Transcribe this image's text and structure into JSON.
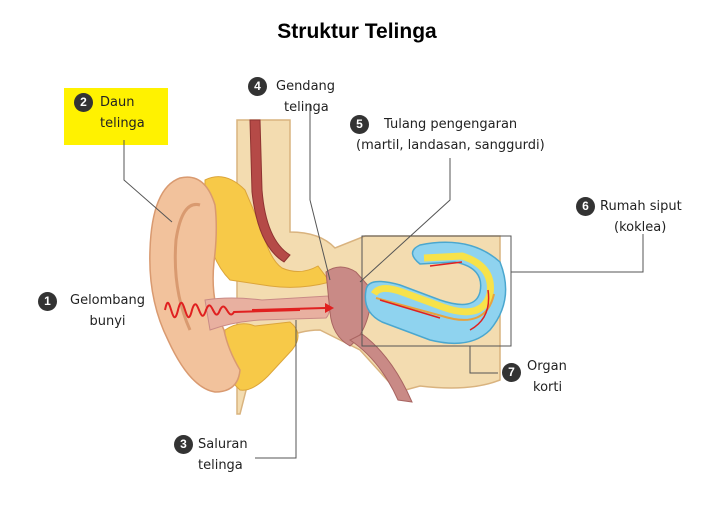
{
  "title": "Struktur Telinga",
  "labels": [
    {
      "num": "1",
      "line1": "Gelombang",
      "line2": "bunyi"
    },
    {
      "num": "2",
      "line1": "Daun",
      "line2": "telinga"
    },
    {
      "num": "3",
      "line1": "Saluran",
      "line2": "telinga"
    },
    {
      "num": "4",
      "line1": "Gendang",
      "line2": "telinga"
    },
    {
      "num": "5",
      "line1": "Tulang pengengaran",
      "line2": "(martil, landasan, sanggurdi)"
    },
    {
      "num": "6",
      "line1": "Rumah siput",
      "line2": "(koklea)"
    },
    {
      "num": "7",
      "line1": "Organ",
      "line2": "korti"
    }
  ],
  "colors": {
    "highlight": "#fff200",
    "skin": "#f2c29c",
    "bone": "#f3dcb0",
    "marrow": "#f7c948",
    "canal": "#c98a86",
    "cochlea_outer": "#8fd3ef",
    "cochlea_mid": "#f7e24a",
    "sound_wave": "#e02020",
    "badge": "#333333"
  }
}
